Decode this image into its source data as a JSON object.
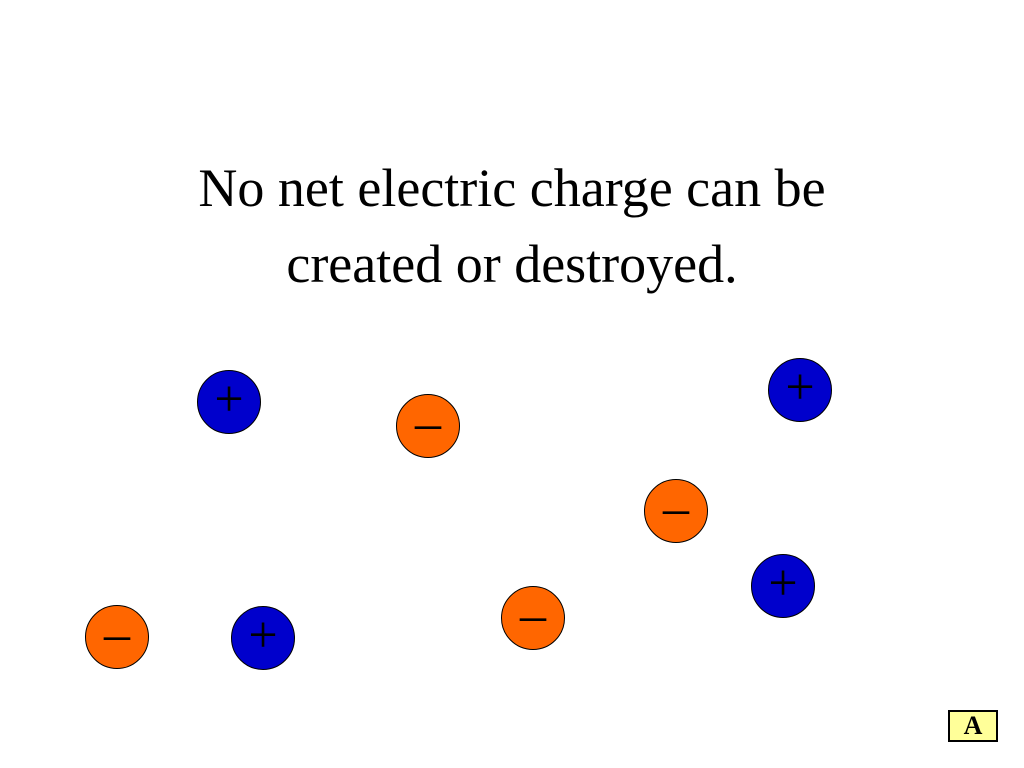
{
  "slide": {
    "title_line1": "No net electric charge can be",
    "title_line2": "created or destroyed."
  },
  "charges": [
    {
      "kind": "positive",
      "symbol": "+"
    },
    {
      "kind": "negative",
      "symbol": "–"
    },
    {
      "kind": "positive",
      "symbol": "+"
    },
    {
      "kind": "negative",
      "symbol": "–"
    },
    {
      "kind": "positive",
      "symbol": "+"
    },
    {
      "kind": "negative",
      "symbol": "–"
    },
    {
      "kind": "negative",
      "symbol": "–"
    },
    {
      "kind": "positive",
      "symbol": "+"
    }
  ],
  "nav_button": {
    "label": "A",
    "background": "#ffff99"
  },
  "colors": {
    "positive": "#0000cc",
    "negative": "#ff6600"
  }
}
